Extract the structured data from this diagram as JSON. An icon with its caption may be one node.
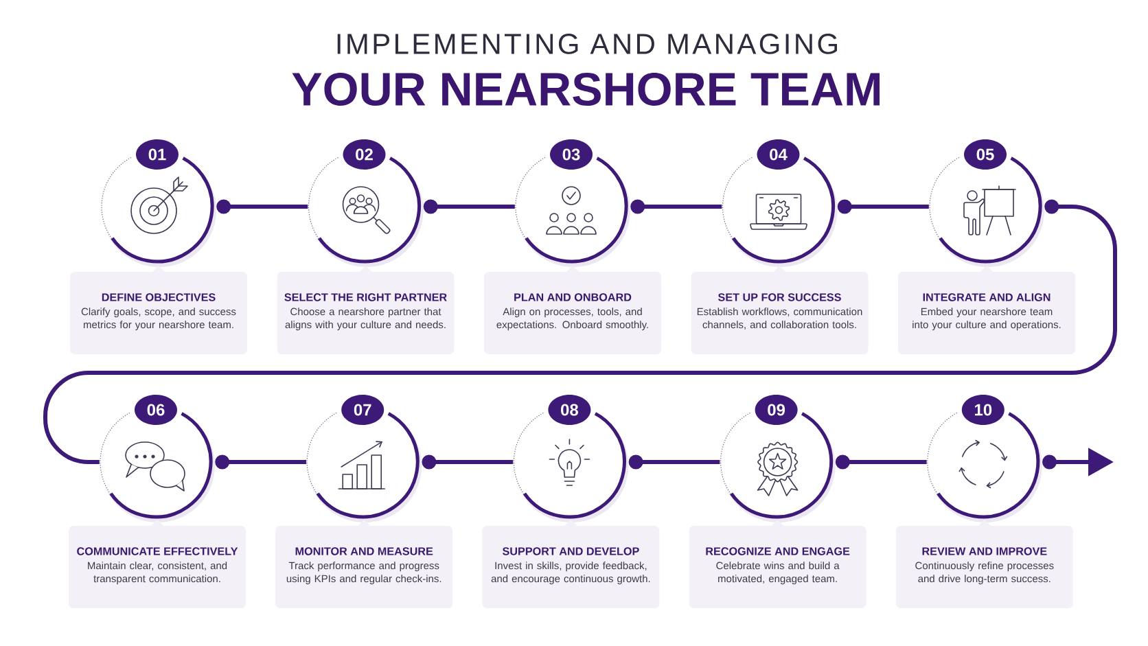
{
  "diagram": {
    "title": "YOUR NEARSHORE TEAM",
    "labels": [
      "IMPLEMENTING AND MANAGING"
    ],
    "nodes": [
      {
        "text": [
          "01"
        ]
      },
      {
        "text": [
          "DEFINE OBJECTIVES",
          "Clarify goals, scope, and success metrics for your nearshore team."
        ]
      },
      {
        "text": [
          "02"
        ]
      },
      {
        "text": [
          "SELECT THE RIGHT PARTNER",
          "Choose a nearshore partner that aligns with your culture and needs."
        ]
      },
      {
        "text": [
          "03"
        ]
      },
      {
        "text": [
          "PLAN AND ONBOARD",
          "Align on processes, tools, and expectations. Onboard smoothly."
        ]
      },
      {
        "text": [
          "04"
        ]
      },
      {
        "text": [
          "SET UP FOR SUCCESS",
          "Establish workflows, communication channels, and collaboration tools."
        ]
      },
      {
        "text": [
          "05"
        ]
      },
      {
        "text": [
          "INTEGRATE AND ALIGN",
          "Embed your nearshore team into your culture and operations."
        ]
      },
      {
        "text": [
          "06"
        ]
      },
      {
        "text": [
          "COMMUNICATE EFFECTIVELY",
          "Maintain clear, consistent, and transparent communication."
        ]
      },
      {
        "text": [
          "07"
        ]
      },
      {
        "text": [
          "MONITOR AND MEASURE",
          "Track performance and progress using KPIs and regular check-ins."
        ]
      },
      {
        "text": [
          "08"
        ]
      },
      {
        "text": [
          "SUPPORT AND DEVELOP",
          "Invest in skills, provide feedback, and encourage continuous growth."
        ]
      },
      {
        "text": [
          "09"
        ]
      },
      {
        "text": [
          "RECOGNIZE AND ENGAGE",
          "Celebrate wins and build a motivated, engaged team."
        ]
      },
      {
        "text": [
          "10"
        ]
      },
      {
        "text": [
          "REVIEW AND IMPROVE",
          "Continuously refine processes and drive long-term success."
        ]
      }
    ],
    "edges": [
      {
        "from": 0,
        "to": 2,
        "arrow": "other"
      },
      {
        "from": 2,
        "to": 4,
        "arrow": "other"
      },
      {
        "from": 4,
        "to": 6,
        "arrow": "other"
      },
      {
        "from": 6,
        "to": 8,
        "arrow": "other"
      },
      {
        "from": 8,
        "to": 10,
        "arrow": "other"
      },
      {
        "from": 10,
        "to": 12,
        "arrow": "other"
      },
      {
        "from": 12,
        "to": 14,
        "arrow": "other"
      },
      {
        "from": 14,
        "to": 16,
        "arrow": "other"
      },
      {
        "from": 16,
        "to": 18,
        "arrow": "other"
      },
      {
        "from": 18,
        "to": null,
        "arrow": "to"
      }
    ]
  }
}
